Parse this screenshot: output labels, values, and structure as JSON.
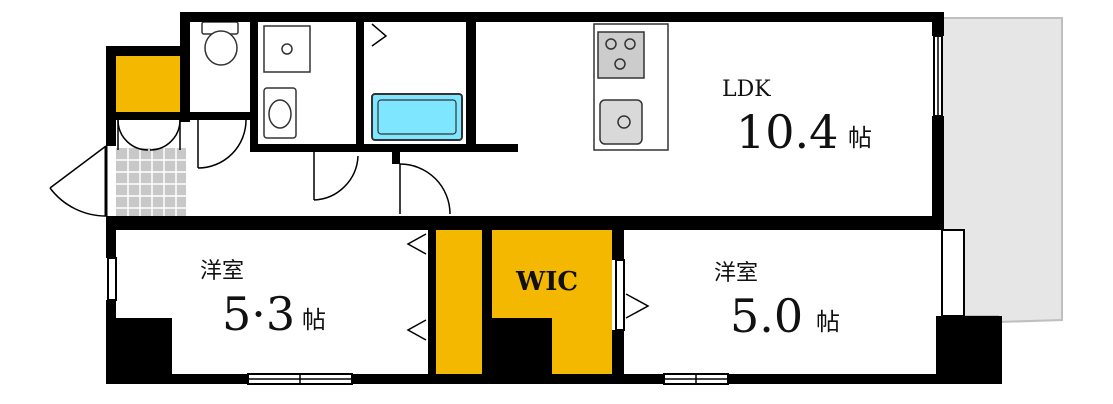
{
  "floor_plan": {
    "colors": {
      "wall": "#000000",
      "storage": "#F5B800",
      "balcony": "#E6E6E6",
      "bath": "#7FE6FF",
      "entrance_tile": "#C8C8C8"
    },
    "rooms": {
      "ldk": {
        "label": "LDK",
        "size": "10.4",
        "unit": "帖"
      },
      "western_left": {
        "label": "洋室",
        "size": "5.3",
        "unit": "帖",
        "size_parts": [
          "5",
          "·",
          "3"
        ]
      },
      "western_right": {
        "label": "洋室",
        "size": "5.0",
        "unit": "帖"
      },
      "wic": {
        "label": "WIC"
      }
    }
  }
}
